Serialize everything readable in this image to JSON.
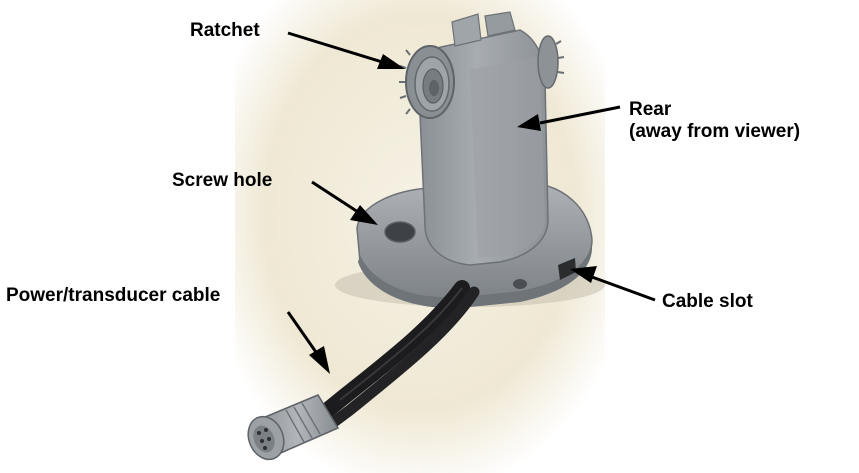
{
  "labels": {
    "ratchet": "Ratchet",
    "rear_line1": "Rear",
    "rear_line2": "(away from viewer)",
    "screw_hole": "Screw hole",
    "power_cable": "Power/transducer cable",
    "cable_slot": "Cable slot"
  },
  "colors": {
    "background": "#ffffff",
    "photo_backdrop": "#f0ebda",
    "bracket_gray": "#9ea3a8",
    "bracket_shadow": "#72777c",
    "cable": "#1c1c1e",
    "arrow": "#000000"
  }
}
